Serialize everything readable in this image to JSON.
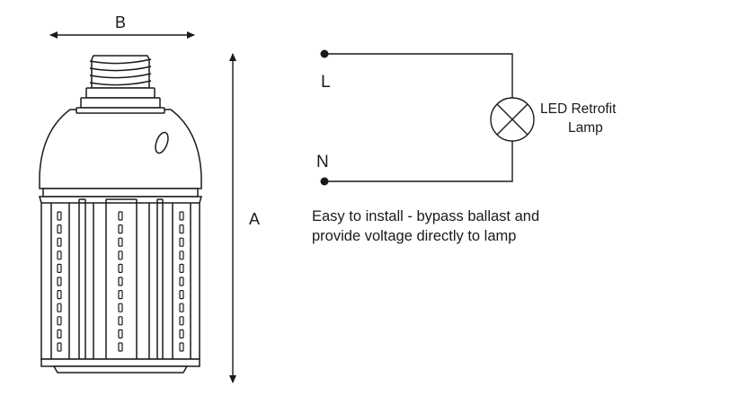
{
  "dimensions": {
    "width_label": "B",
    "height_label": "A"
  },
  "circuit": {
    "line_label": "L",
    "neutral_label": "N",
    "lamp_label_line1": "LED Retrofit",
    "lamp_label_line2": "Lamp"
  },
  "caption": {
    "line1": "Easy to install - bypass ballast and",
    "line2": "provide voltage directly to lamp"
  }
}
